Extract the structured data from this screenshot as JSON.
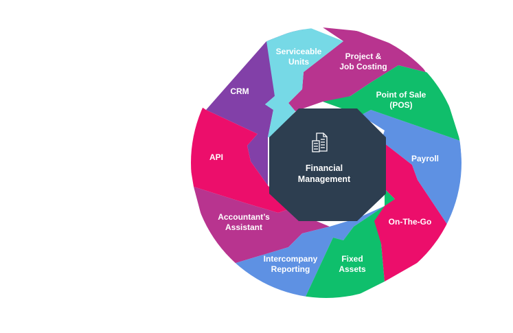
{
  "diagram": {
    "center": {
      "title_line1": "Financial",
      "title_line2": "Management",
      "icon": "document-spreadsheet-icon",
      "color": "#2d3e50"
    },
    "segments": [
      {
        "key": "serviceable-units",
        "line1": "Serviceable",
        "line2": "Units",
        "color": "#76d9e6"
      },
      {
        "key": "project-job-costing",
        "line1": "Project &",
        "line2": "Job Costing",
        "color": "#b8348f"
      },
      {
        "key": "point-of-sale",
        "line1": "Point of Sale",
        "line2": "(POS)",
        "color": "#10be6b"
      },
      {
        "key": "payroll",
        "line1": "Payroll",
        "line2": "",
        "color": "#5e91e3"
      },
      {
        "key": "on-the-go",
        "line1": "On-The-Go",
        "line2": "",
        "color": "#ec0e6b"
      },
      {
        "key": "fixed-assets",
        "line1": "Fixed",
        "line2": "Assets",
        "color": "#0fbf6c"
      },
      {
        "key": "intercompany-reporting",
        "line1": "Intercompany",
        "line2": "Reporting",
        "color": "#5e91e3"
      },
      {
        "key": "accountants-assistant",
        "line1": "Accountant’s",
        "line2": "Assistant",
        "color": "#b8348f"
      },
      {
        "key": "api",
        "line1": "API",
        "line2": "",
        "color": "#ec0e6b"
      },
      {
        "key": "crm",
        "line1": "CRM",
        "line2": "",
        "color": "#8240a8"
      }
    ]
  }
}
